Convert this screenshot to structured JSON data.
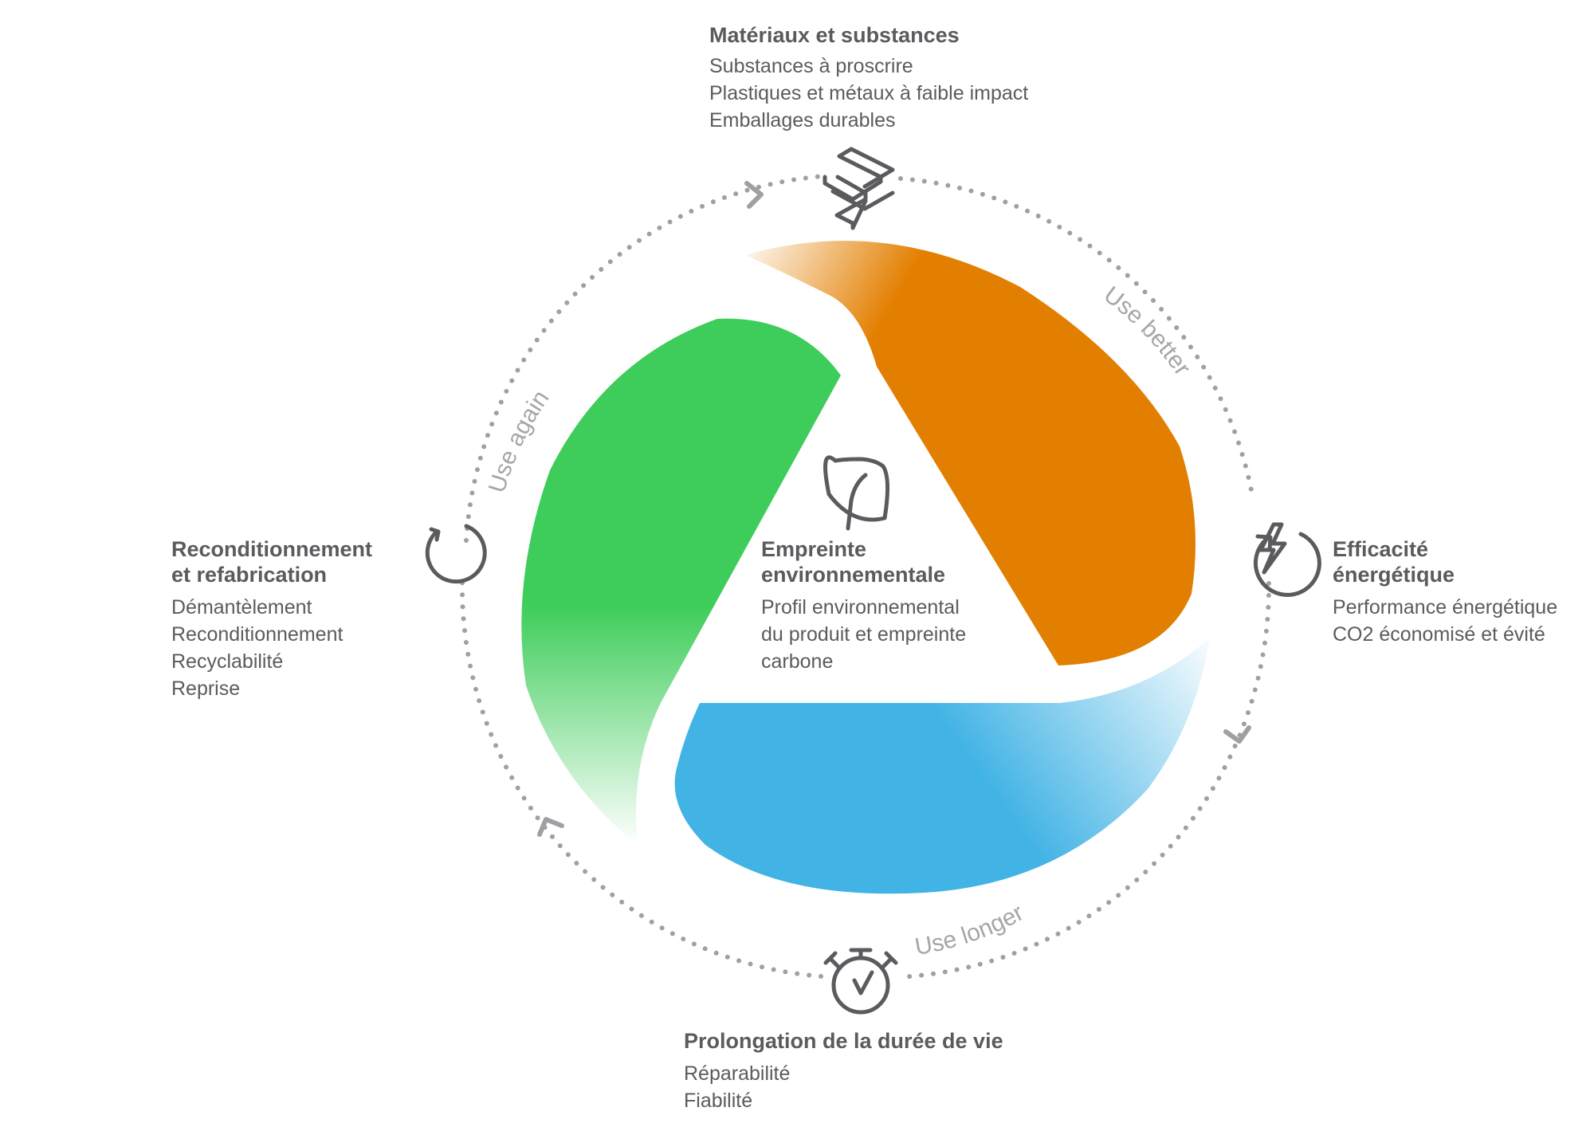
{
  "colors": {
    "orange": "#e37f00",
    "green": "#3ecd5a",
    "blue": "#42b3e5",
    "ring": "#a0a0a4",
    "icon": "#5b5b5f",
    "text": "#5b5b5f",
    "arc_label": "#a6a6aa"
  },
  "center": {
    "icon": "leaf-icon",
    "title_line1": "Empreinte",
    "title_line2": "environnementale",
    "items": [
      "Profil environnemental",
      "du produit et empreinte",
      "carbone"
    ]
  },
  "top": {
    "icon": "layers-icon",
    "title": "Matériaux et substances",
    "items": [
      "Substances à proscrire",
      "Plastiques et métaux à faible impact",
      "Emballages durables"
    ]
  },
  "right": {
    "icon": "energy-bolt-icon",
    "title_line1": "Efficacité",
    "title_line2": "énergétique",
    "items": [
      "Performance énergétique",
      "CO2 économisé et évité"
    ]
  },
  "bottom": {
    "icon": "stopwatch-icon",
    "title": "Prolongation de la durée de vie",
    "items": [
      "Réparabilité",
      "Fiabilité"
    ]
  },
  "left": {
    "icon": "refresh-cycle-icon",
    "title_line1": "Reconditionnement",
    "title_line2": "et refabrication",
    "items": [
      "Démantèlement",
      "Reconditionnement",
      "Recyclabilité",
      "Reprise"
    ]
  },
  "arc_labels": {
    "better": "Use better",
    "longer": "Use longer",
    "again": "Use again"
  }
}
